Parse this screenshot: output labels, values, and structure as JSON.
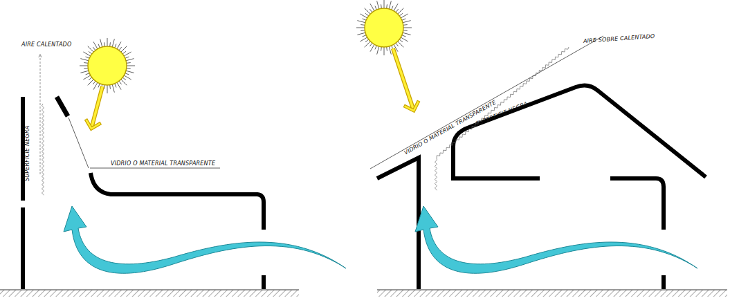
{
  "diagram": {
    "labels": [
      "AIRE CALENTADO",
      "SUPERFICIE NEGRA",
      "VIDRIO O MATERIAL TRANSPARENTE",
      "AIRE SOBRE CALENTADO",
      "VIDRIO O MATERIAL TRANSPARENTE",
      "SUPERFICIE NEGRA"
    ]
  }
}
